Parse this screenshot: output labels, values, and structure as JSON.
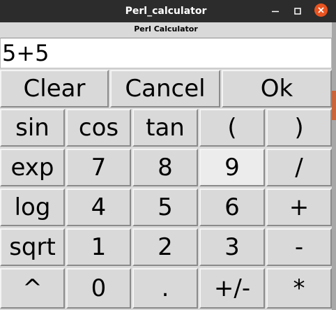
{
  "window": {
    "title": "Perl_calculator"
  },
  "frame": {
    "label": "Perl Calculator"
  },
  "display": {
    "value": "5+5"
  },
  "top_row": [
    {
      "label": "Clear"
    },
    {
      "label": "Cancel"
    },
    {
      "label": "Ok"
    }
  ],
  "keypad": [
    [
      {
        "label": "sin"
      },
      {
        "label": "cos"
      },
      {
        "label": "tan"
      },
      {
        "label": "("
      },
      {
        "label": ")"
      }
    ],
    [
      {
        "label": "exp"
      },
      {
        "label": "7"
      },
      {
        "label": "8"
      },
      {
        "label": "9"
      },
      {
        "label": "/"
      }
    ],
    [
      {
        "label": "log"
      },
      {
        "label": "4"
      },
      {
        "label": "5"
      },
      {
        "label": "6"
      },
      {
        "label": "+"
      }
    ],
    [
      {
        "label": "sqrt"
      },
      {
        "label": "1"
      },
      {
        "label": "2"
      },
      {
        "label": "3"
      },
      {
        "label": "-"
      }
    ],
    [
      {
        "label": "^"
      },
      {
        "label": "0"
      },
      {
        "label": "."
      },
      {
        "label": "+/-"
      },
      {
        "label": "*"
      }
    ]
  ],
  "colors": {
    "titlebar": "#2c2c2c",
    "close_button": "#e95420",
    "window_bg": "#d9d9d9",
    "display_bg": "#ffffff",
    "hover_button": "#ececec"
  }
}
